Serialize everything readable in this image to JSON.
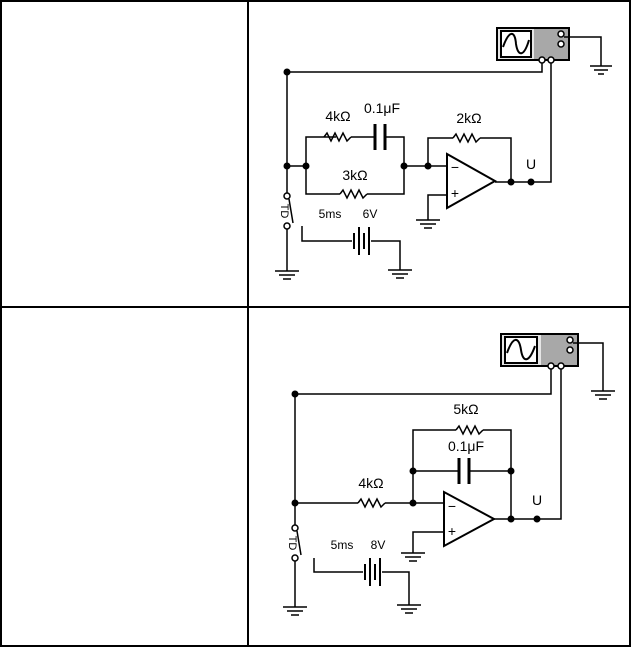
{
  "circuits": [
    {
      "r_series_label": "4kΩ",
      "c_label": "0.1μF",
      "r_parallel_label": "3kΩ",
      "r_feedback_label": "2kΩ",
      "output_label": "U",
      "switch_label": "TD",
      "time_label": "5ms",
      "battery_label": "6V",
      "opamp_minus": "−",
      "opamp_plus": "+"
    },
    {
      "r_feedback_label": "5kΩ",
      "c_label": "0.1μF",
      "r_input_label": "4kΩ",
      "output_label": "U",
      "switch_label": "TD",
      "time_label": "5ms",
      "battery_label": "8V",
      "opamp_minus": "−",
      "opamp_plus": "+"
    }
  ]
}
